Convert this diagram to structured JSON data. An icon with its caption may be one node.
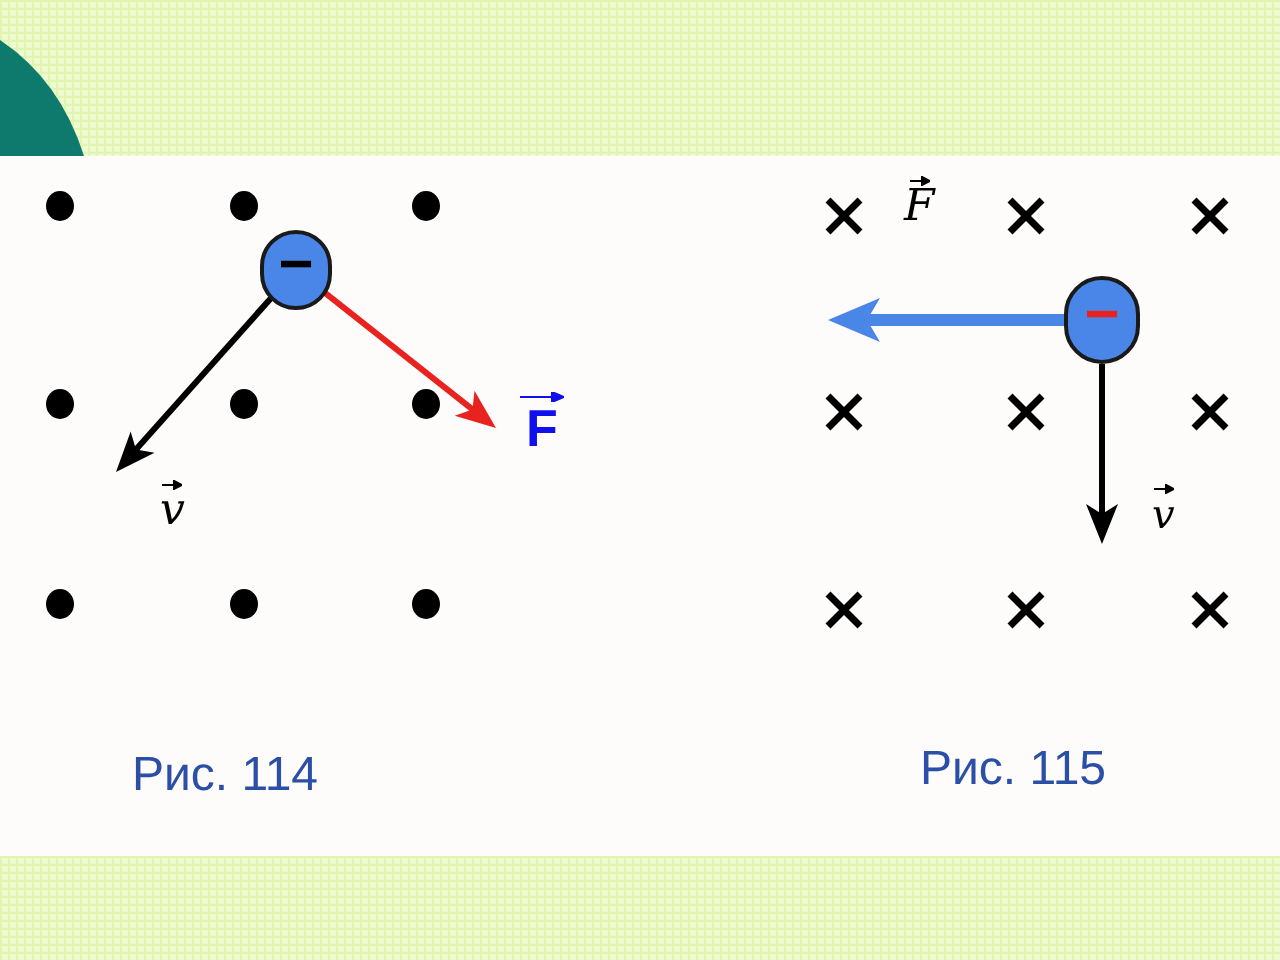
{
  "diagram": {
    "nodes": [
      {
        "text": [
          "−"
        ]
      },
      {
        "text": [
          "−"
        ]
      }
    ],
    "edges": [
      {
        "from": 0,
        "to": null,
        "arrow": "to",
        "label": "v"
      },
      {
        "from": 0,
        "to": null,
        "arrow": "to",
        "label": "F",
        "color": "#e8231f"
      },
      {
        "from": 1,
        "to": null,
        "arrow": "to",
        "label": "F",
        "color": "#4a86e8",
        "style": "thick"
      },
      {
        "from": 1,
        "to": null,
        "arrow": "to",
        "label": "v"
      }
    ],
    "labels": [
      "Рис. 114",
      "Рис. 115"
    ]
  }
}
